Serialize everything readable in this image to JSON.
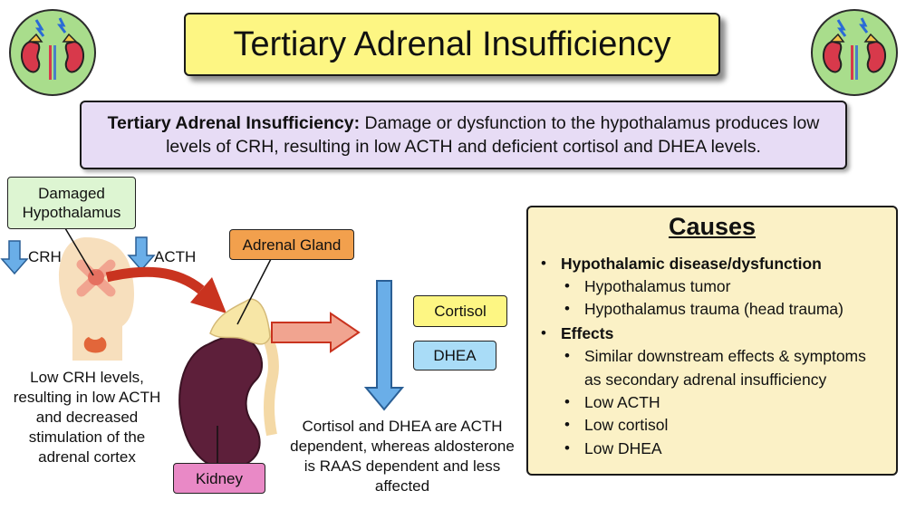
{
  "title": "Tertiary Adrenal Insufficiency",
  "definition": {
    "term": "Tertiary Adrenal Insufficiency:",
    "text": "Damage or dysfunction to the hypothalamus produces low levels of CRH, resulting in low ACTH and deficient cortisol and DHEA levels."
  },
  "diagram": {
    "damaged_label": "Damaged Hypothalamus",
    "crh_label": "CRH",
    "acth_label": "ACTH",
    "adrenal_label": "Adrenal Gland",
    "kidney_label": "Kidney",
    "cortisol_label": "Cortisol",
    "dhea_label": "DHEA",
    "left_caption": "Low CRH levels, resulting in low ACTH and decreased stimulation of the adrenal cortex",
    "right_caption": "Cortisol and DHEA are ACTH dependent, whereas aldosterone is RAAS dependent and less affected"
  },
  "causes": {
    "title": "Causes",
    "items": [
      {
        "text": "Hypothalamic disease/dysfunction",
        "bold": true,
        "level": 1
      },
      {
        "text": "Hypothalamus tumor",
        "level": 2
      },
      {
        "text": "Hypothalamus trauma (head trauma)",
        "level": 2
      },
      {
        "text": "Effects",
        "bold": true,
        "level": 1
      },
      {
        "text": "Similar downstream effects & symptoms",
        "level": 2
      },
      {
        "text": "as secondary adrenal insufficiency",
        "level": 2,
        "continuation": true
      },
      {
        "text": "Low ACTH",
        "level": 2
      },
      {
        "text": "Low cortisol",
        "level": 2
      },
      {
        "text": "Low DHEA",
        "level": 2
      }
    ]
  },
  "colors": {
    "title_bg": "#fdf683",
    "definition_bg": "#e7dcf5",
    "hypothalamus_box": "#ddf5d2",
    "adrenal_box": "#f2a04d",
    "kidney_box": "#e989c6",
    "cortisol_box": "#fdf683",
    "dhea_box": "#a9dcf7",
    "causes_bg": "#fbf1c6",
    "blue_arrow": "#6aaee8",
    "red_arrow": "#c9331f",
    "salmon_arrow": "#f1a490",
    "kidney": "#5d1f3a",
    "icon_bg": "#a9dd8c"
  },
  "icons": [
    "kidney-adrenal-icon",
    "kidney-adrenal-icon"
  ]
}
